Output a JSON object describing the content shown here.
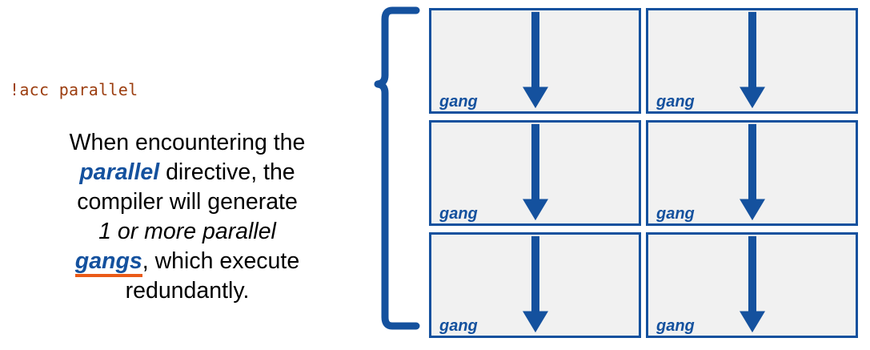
{
  "slide": {
    "directive_code": "!acc parallel",
    "description": {
      "line1": "When encountering the",
      "kw_parallel": "parallel",
      "line2_tail": " directive, the",
      "line3": "compiler will generate",
      "kw_one_or_more": "1 or more parallel",
      "kw_gangs": "gangs",
      "line5_tail": ", which execute",
      "line6": "redundantly."
    }
  },
  "brace": {
    "label": "left-curly-brace",
    "color": "#14519E"
  },
  "grid": {
    "rows": 3,
    "columns": 2,
    "cell_fill": "#F1F1F1",
    "cell_border": "#14519E",
    "arrow_color": "#14519E",
    "cells": [
      {
        "label": "gang",
        "arrow": "down-arrow"
      },
      {
        "label": "gang",
        "arrow": "down-arrow"
      },
      {
        "label": "gang",
        "arrow": "down-arrow"
      },
      {
        "label": "gang",
        "arrow": "down-arrow"
      },
      {
        "label": "gang",
        "arrow": "down-arrow"
      },
      {
        "label": "gang",
        "arrow": "down-arrow"
      }
    ]
  },
  "colors": {
    "accent_blue": "#14519E",
    "accent_orange": "#EA5A17",
    "code_brown": "#9C3E10",
    "cell_gray": "#F1F1F1"
  }
}
